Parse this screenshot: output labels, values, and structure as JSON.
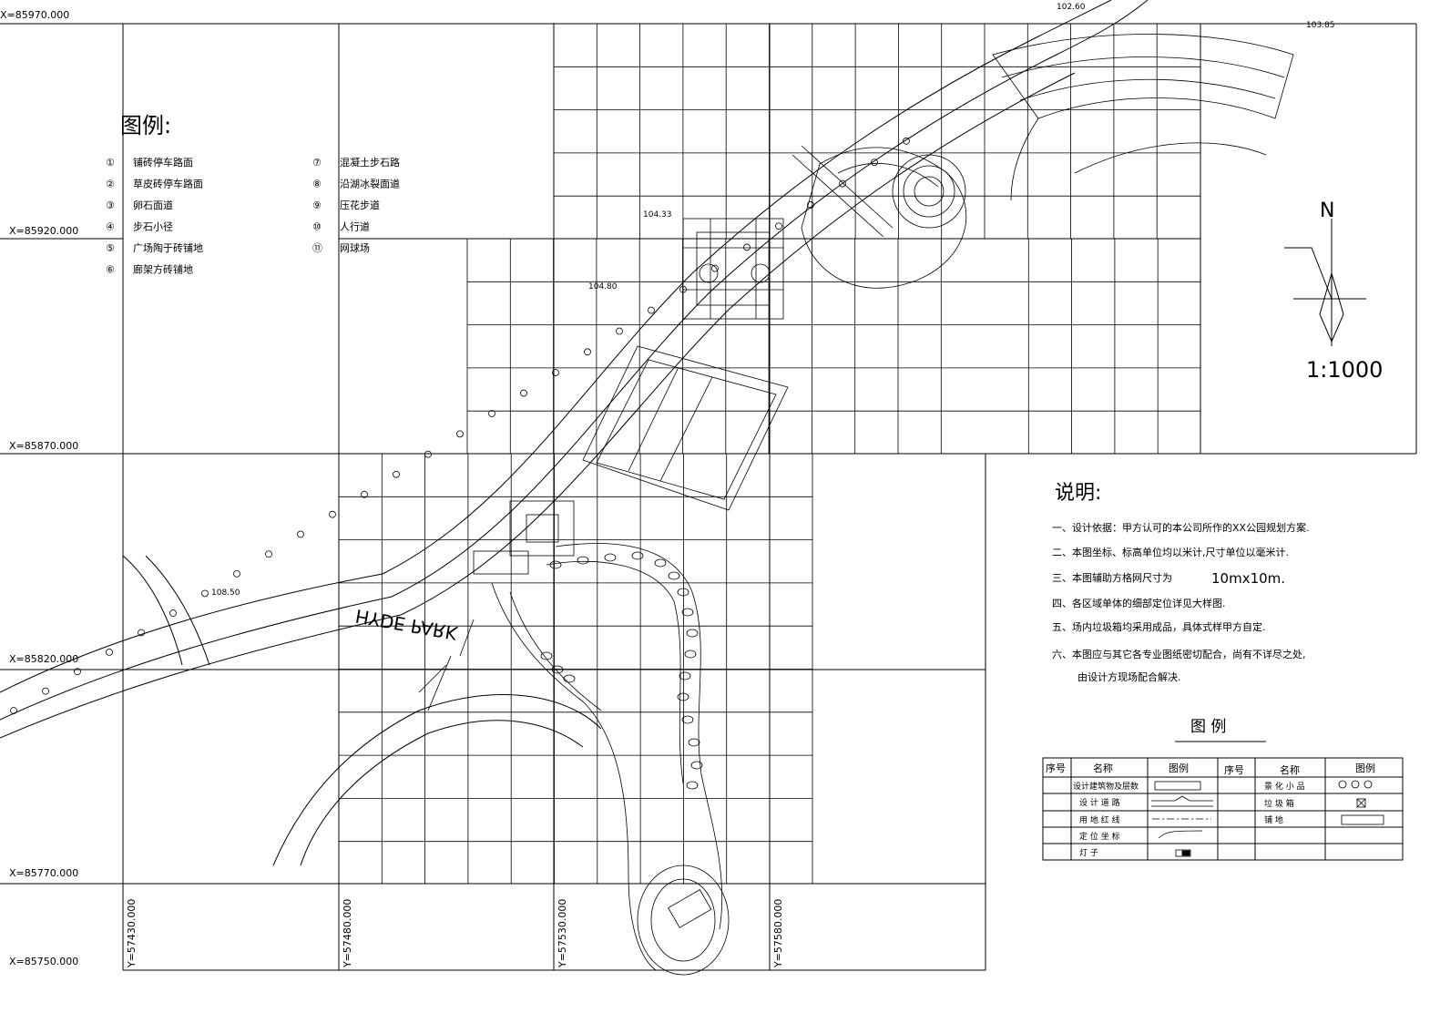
{
  "coords": {
    "x_labels": [
      "X=85970.000",
      "X=85920.000",
      "X=85870.000",
      "X=85820.000",
      "X=85770.000",
      "X=85750.000"
    ],
    "y_labels": [
      "Y=57430.000",
      "Y=57480.000",
      "Y=57530.000",
      "Y=57580.000"
    ]
  },
  "legend": {
    "title": "图例:",
    "items": [
      {
        "num": "①",
        "label": "铺砖停车路面"
      },
      {
        "num": "②",
        "label": "草皮砖停车路面"
      },
      {
        "num": "③",
        "label": "卵石面道"
      },
      {
        "num": "④",
        "label": "步石小径"
      },
      {
        "num": "⑤",
        "label": "广场陶于砖铺地"
      },
      {
        "num": "⑥",
        "label": "廊架方砖铺地"
      },
      {
        "num": "⑦",
        "label": "混凝土步石路"
      },
      {
        "num": "⑧",
        "label": "沿湖冰裂面道"
      },
      {
        "num": "⑨",
        "label": "压花步道"
      },
      {
        "num": "⑩",
        "label": "人行道"
      },
      {
        "num": "⑪",
        "label": "网球场"
      }
    ]
  },
  "north_label": "N",
  "scale": "1:1000",
  "park_name": "HYDE PARK",
  "elevations": [
    "108.50",
    "104.80",
    "102.60",
    "104.33",
    "103.85"
  ],
  "notes": {
    "title": "说明:",
    "lines": [
      "一、设计依据：甲方认可的本公司所作的XX公园规划方案.",
      "二、本图坐标、标高单位均以米计,尺寸单位以毫米计.",
      "三、本图辅助方格网尺寸为",
      "四、各区域单体的细部定位详见大样图.",
      "五、场内垃圾箱均采用成品，具体式样甲方自定.",
      "六、本图应与其它各专业图纸密切配合，尚有不详尽之处,",
      "由设计方现场配合解决."
    ],
    "grid_size": "10mx10m."
  },
  "symbol_table": {
    "title": "图    例",
    "headers": [
      "序号",
      "名称",
      "图例",
      "序号",
      "名称",
      "图例"
    ],
    "left_rows": [
      "设计建筑物及层数",
      "设 计 道 路",
      "用 地 红 线",
      "定 位 坐 标",
      "灯       子"
    ],
    "right_rows": [
      "景 化 小 品",
      "垃 圾 箱",
      "铺       地"
    ]
  }
}
